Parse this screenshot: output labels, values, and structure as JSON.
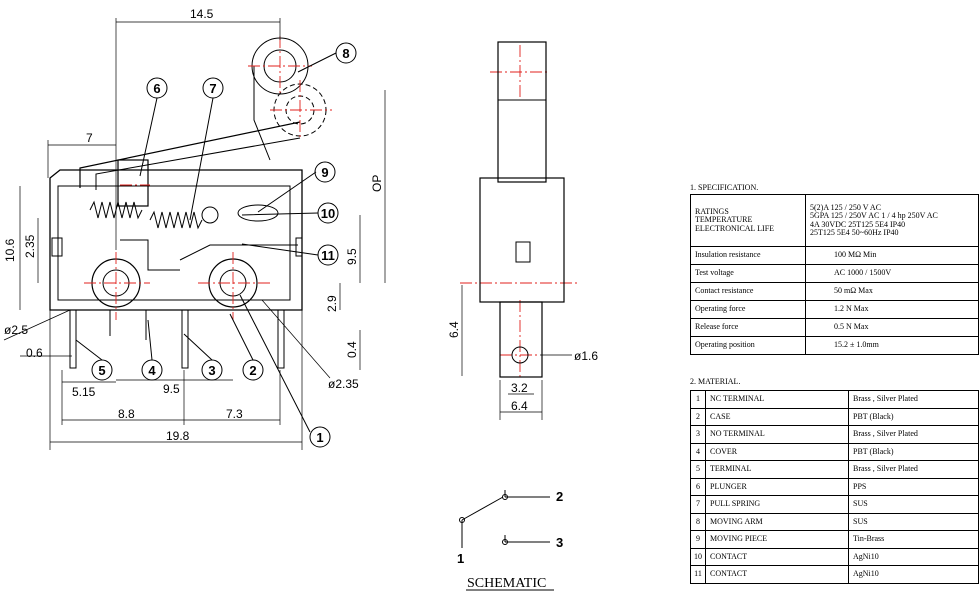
{
  "dimensions": {
    "d_14_5": "14.5",
    "d_7": "7",
    "d_10_6": "10.6",
    "d_2_35": "2.35",
    "d_9_5": "9.5",
    "d_2_9": "2.9",
    "d_0_4": "0.4",
    "d_0_6": "0.6",
    "d_5_15": "5.15",
    "d_9_5b": "9.5",
    "d_8_8": "8.8",
    "d_7_3": "7.3",
    "d_19_8": "19.8",
    "d_dia_2_5": "ø2.5",
    "d_dia_2_35": "ø2.35",
    "d_op": "OP",
    "d_6_4": "6.4",
    "d_3_2": "3.2",
    "d_6_4b": "6.4",
    "d_dia_1_6": "ø1.6"
  },
  "callouts": [
    "1",
    "2",
    "3",
    "4",
    "5",
    "6",
    "7",
    "8",
    "9",
    "10",
    "11"
  ],
  "schematic": {
    "title": "SCHEMATIC",
    "pin1": "1",
    "pin2": "2",
    "pin3": "3"
  },
  "specification": {
    "title": "1. SPECIFICATION.",
    "ratings_label": "RATINGS\nTEMPERATURE\nELECTRONICAL LIFE",
    "ratings_value": "5(2)A 125 / 250 V AC\n5GPA 125 / 250V AC 1 / 4 hp 250V AC\n4A 30VDC 25T125 5E4 IP40\n25T125 5E4 50~60Hz IP40",
    "rows": [
      {
        "label": "Insulation resistance",
        "value": "100 MΩ Min"
      },
      {
        "label": "Test voltage",
        "value": "AC 1000 / 1500V"
      },
      {
        "label": "Contact resistance",
        "value": "50 mΩ Max"
      },
      {
        "label": "Operating force",
        "value": "1.2 N Max"
      },
      {
        "label": "Release force",
        "value": "0.5 N Max"
      },
      {
        "label": "Operating position",
        "value": "15.2 ± 1.0mm"
      }
    ]
  },
  "material": {
    "title": "2. MATERIAL.",
    "rows": [
      {
        "n": "1",
        "part": "NC TERMINAL",
        "mat": "Brass , Silver Plated"
      },
      {
        "n": "2",
        "part": "CASE",
        "mat": "PBT (Black)"
      },
      {
        "n": "3",
        "part": "NO TERMINAL",
        "mat": "Brass , Silver Plated"
      },
      {
        "n": "4",
        "part": "COVER",
        "mat": "PBT (Black)"
      },
      {
        "n": "5",
        "part": "TERMINAL",
        "mat": "Brass , Silver Plated"
      },
      {
        "n": "6",
        "part": "PLUNGER",
        "mat": "PPS"
      },
      {
        "n": "7",
        "part": "PULL SPRING",
        "mat": "SUS"
      },
      {
        "n": "8",
        "part": "MOVING ARM",
        "mat": "SUS"
      },
      {
        "n": "9",
        "part": "MOVING PIECE",
        "mat": "Tin-Brass"
      },
      {
        "n": "10",
        "part": "CONTACT",
        "mat": "AgNi10"
      },
      {
        "n": "11",
        "part": "CONTACT",
        "mat": "AgNi10"
      }
    ]
  }
}
